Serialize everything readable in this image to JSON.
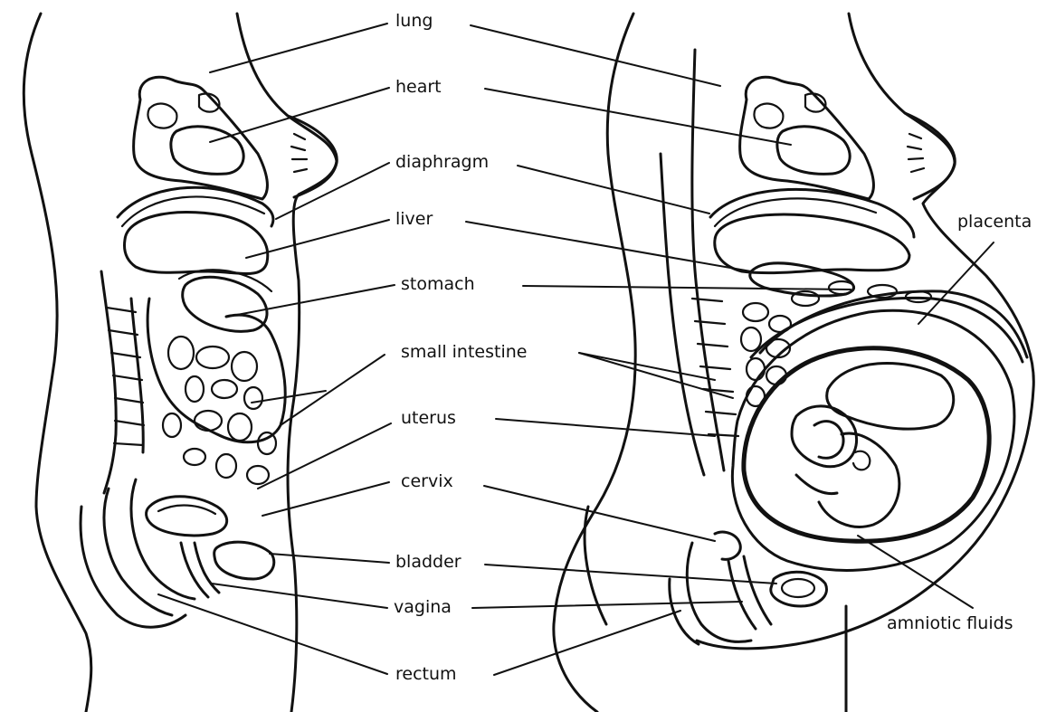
{
  "labels": {
    "lung": "lung",
    "heart": "heart",
    "diaphragm": "diaphragm",
    "liver": "liver",
    "stomach": "stomach",
    "small_intestine": "small intestine",
    "uterus": "uterus",
    "cervix": "cervix",
    "bladder": "bladder",
    "vagina": "vagina",
    "rectum": "rectum",
    "placenta": "placenta",
    "amniotic_fluids": "amniotic fluids"
  },
  "colors": {
    "ink": "#111111",
    "background": "#ffffff"
  }
}
